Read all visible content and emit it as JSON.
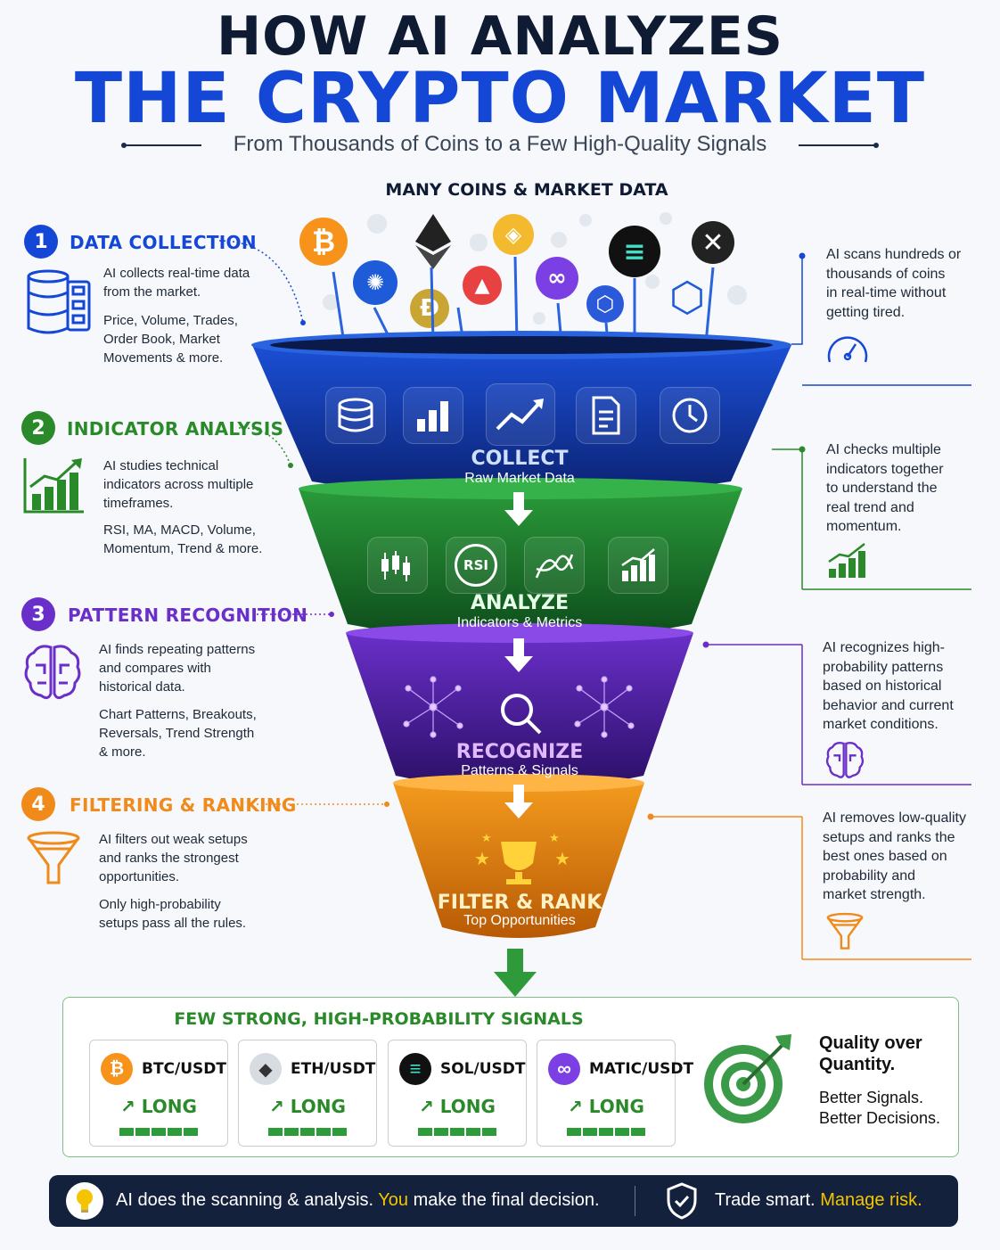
{
  "header": {
    "title_line1": "HOW AI ANALYZES",
    "title_line2": "THE CRYPTO MARKET",
    "subtitle": "From Thousands of Coins to a Few High-Quality Signals"
  },
  "coins_heading": "MANY COINS & MARKET DATA",
  "colors": {
    "navy": "#0f1a33",
    "blue": "#1547d6",
    "green": "#2a8a2a",
    "purple": "#6a2fc9",
    "orange": "#f08a1a",
    "footer_bg": "#14213d",
    "highlight": "#f5c400"
  },
  "steps": [
    {
      "num": "1",
      "title": "DATA COLLECTION",
      "text1": [
        "AI collects real-time data",
        "from the market."
      ],
      "text2": [
        "Price, Volume, Trades,",
        "Order Book, Market",
        "Movements & more."
      ],
      "icon": "database-icon"
    },
    {
      "num": "2",
      "title": "INDICATOR ANALYSIS",
      "text1": [
        "AI studies technical",
        "indicators across multiple",
        "timeframes."
      ],
      "text2": [
        "RSI, MA, MACD, Volume,",
        "Momentum, Trend & more."
      ],
      "icon": "chart-growth-icon"
    },
    {
      "num": "3",
      "title": "PATTERN RECOGNITION",
      "text1": [
        "AI finds repeating patterns",
        "and compares with",
        "historical data."
      ],
      "text2": [
        "Chart Patterns, Breakouts,",
        "Reversals, Trend Strength",
        "& more."
      ],
      "icon": "brain-icon"
    },
    {
      "num": "4",
      "title": "FILTERING & RANKING",
      "text1": [
        "AI filters out weak setups",
        "and ranks the strongest",
        "opportunities."
      ],
      "text2": [
        "Only high-probability",
        "setups pass all the rules."
      ],
      "icon": "funnel-icon"
    }
  ],
  "right_notes": [
    [
      "AI scans hundreds or",
      "thousands of coins",
      "in real-time without",
      "getting tired."
    ],
    [
      "AI checks multiple",
      "indicators together",
      "to understand the",
      "real trend and",
      "momentum."
    ],
    [
      "AI recognizes high-",
      "probability patterns",
      "based on historical",
      "behavior and current",
      "market conditions."
    ],
    [
      "AI removes low-quality",
      "setups and ranks the",
      "best ones based on",
      "probability and",
      "market strength."
    ]
  ],
  "stages": [
    {
      "title": "COLLECT",
      "sub": "Raw Market Data"
    },
    {
      "title": "ANALYZE",
      "sub": "Indicators & Metrics"
    },
    {
      "title": "RECOGNIZE",
      "sub": "Patterns & Signals"
    },
    {
      "title": "FILTER & RANK",
      "sub": "Top Opportunities"
    }
  ],
  "rsi_label": "RSI",
  "signals": {
    "heading": "FEW STRONG, HIGH-PROBABILITY SIGNALS",
    "cards": [
      {
        "pair": "BTC/USDT",
        "direction": "LONG",
        "glyph": "₿",
        "color": "#f7931a"
      },
      {
        "pair": "ETH/USDT",
        "direction": "LONG",
        "glyph": "◆",
        "color": "#9aa1ad"
      },
      {
        "pair": "SOL/USDT",
        "direction": "LONG",
        "glyph": "≡",
        "color": "#111111"
      },
      {
        "pair": "MATIC/USDT",
        "direction": "LONG",
        "glyph": "∞",
        "color": "#7b3fe4"
      }
    ],
    "arrow": "↗",
    "quality_title": [
      "Quality over",
      "Quantity."
    ],
    "quality_sub": [
      "Better Signals.",
      "Better Decisions."
    ]
  },
  "footer": {
    "part1": "AI does the scanning & analysis.",
    "you": "You",
    "part2": "make the final decision.",
    "trade": "Trade smart.",
    "manage": "Manage risk."
  }
}
